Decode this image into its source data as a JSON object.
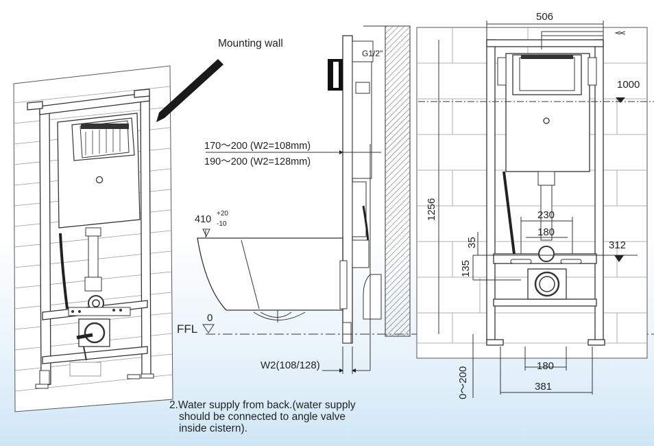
{
  "labels": {
    "mounting_wall": "Mounting wall",
    "g_half": "G1/2\"",
    "depth_1": "170～200  (W2=108mm)",
    "depth_2": "190～200  (W2=128mm)",
    "bowl_height": "410",
    "tol_plus": "+20",
    "tol_minus": "-10",
    "ffl": "FFL",
    "ffl_zero": "0",
    "w2": "W2(108/128)",
    "frame_width": "506",
    "height_1000": "1000",
    "height_1256": "1256",
    "dim_230": "230",
    "dim_180_top": "180",
    "dim_35": "35",
    "dim_312": "312",
    "dim_135": "135",
    "dim_180_bottom": "180",
    "dim_381": "381",
    "dim_0_200": "0～200"
  },
  "note": {
    "line1": "2.Water supply from back.(water supply",
    "line2": "should be connected to angle valve",
    "line3": "inside cistern)."
  }
}
